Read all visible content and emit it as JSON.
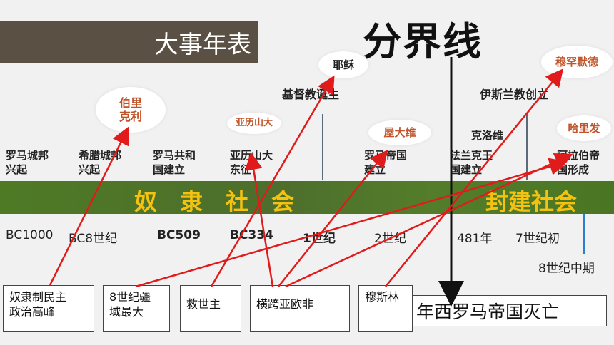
{
  "header": {
    "title": "大事年表"
  },
  "divider": {
    "title": "分界线"
  },
  "bubbles": {
    "pericles": "伯里\n克利",
    "alexander": "亚历山大",
    "jesus": "耶稣",
    "octavian": "屋大维",
    "muhammad": "穆罕默德",
    "harith": "哈里发",
    "clovis": "克洛维"
  },
  "top_events": {
    "christianity": "基督教诞生",
    "islam": "伊斯兰教创立"
  },
  "events": [
    "罗马城邦\n兴起",
    "希腊城邦\n兴起",
    "罗马共和\n国建立",
    "亚历山大\n东征",
    "罗马帝国\n建立",
    "法兰克王\n国建立",
    "阿拉伯帝\n国形成"
  ],
  "band": {
    "slave_society": "奴　隶　社　会",
    "feudal_society": "封建社会"
  },
  "dates": [
    "BC1000",
    "BC8世纪",
    "BC509",
    "BC334",
    "1世纪",
    "2世纪",
    "481年",
    "7世纪初"
  ],
  "date_below": "8世纪中期",
  "notes": [
    "奴隶制民主\n政治高峰",
    "8世纪疆\n域最大",
    "救世主",
    "横跨亚欧非",
    "穆斯林"
  ],
  "bottom_label": "年西罗马帝国灭亡",
  "colors": {
    "band": "#4e7a25",
    "band_text": "#f5c20f",
    "arrow": "#e11b1b",
    "bubble_text": "#c0542a",
    "title_bg": "#5a5144"
  }
}
